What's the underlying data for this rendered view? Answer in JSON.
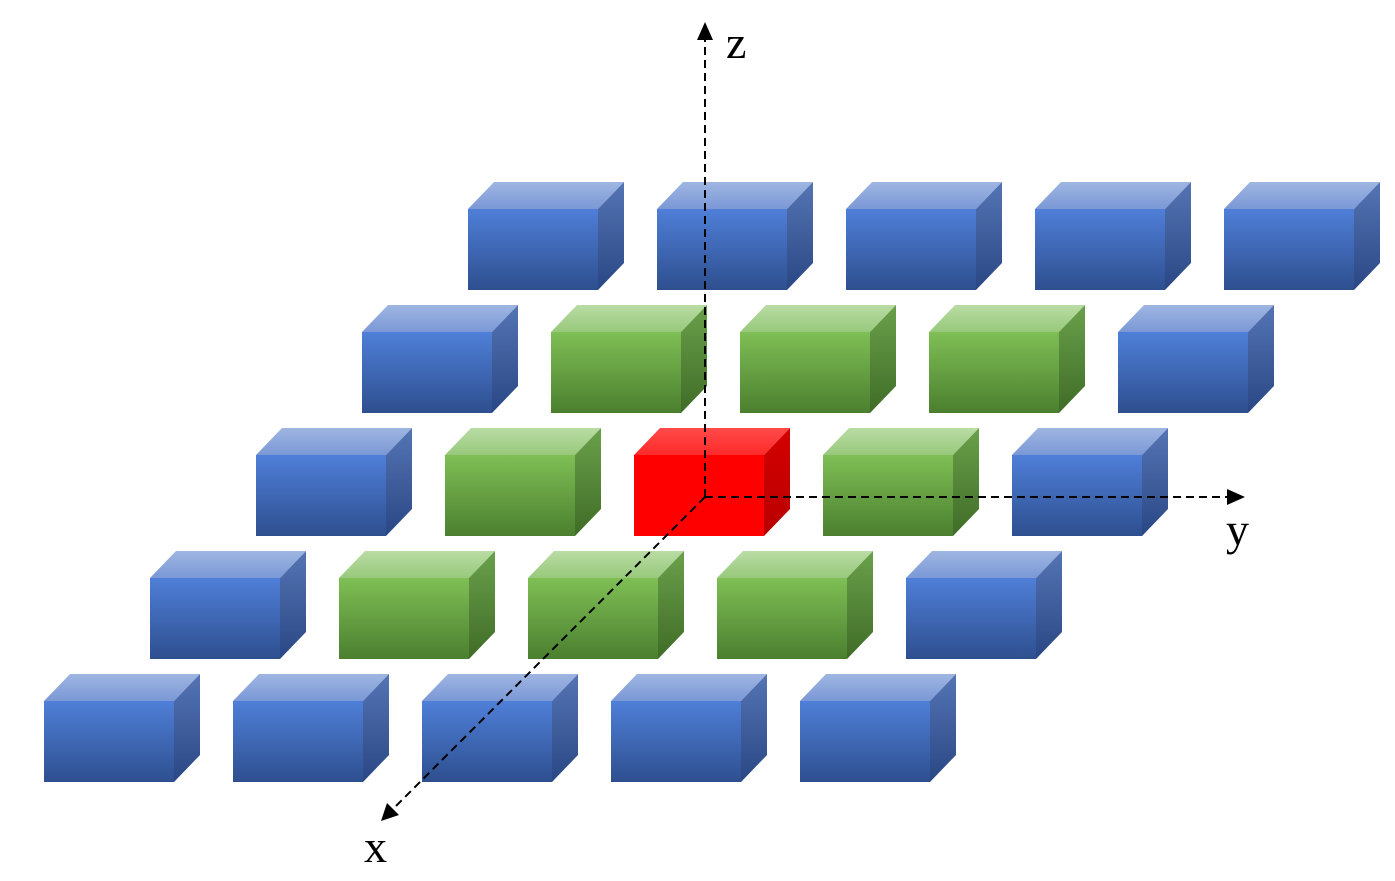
{
  "diagram": {
    "axes": {
      "x_label": "x",
      "y_label": "y",
      "z_label": "z"
    },
    "grid": {
      "rows": 5,
      "cols": 5,
      "cells": [
        [
          "blue",
          "blue",
          "blue",
          "blue",
          "blue"
        ],
        [
          "blue",
          "green",
          "green",
          "green",
          "blue"
        ],
        [
          "blue",
          "green",
          "red",
          "green",
          "blue"
        ],
        [
          "blue",
          "green",
          "green",
          "green",
          "blue"
        ],
        [
          "blue",
          "blue",
          "blue",
          "blue",
          "blue"
        ]
      ]
    },
    "colors": {
      "blue": {
        "top_light": "#9fb6e2",
        "top_dark": "#7b98d6",
        "front_top": "#4f7fd8",
        "front_bottom": "#2e4f8f",
        "side_light": "#5574b3",
        "side_dark": "#2a4785"
      },
      "green": {
        "top_light": "#b9dca4",
        "top_dark": "#98c97c",
        "front_top": "#7fbf55",
        "front_bottom": "#4b7f2f",
        "side_light": "#6aa04a",
        "side_dark": "#3f6c27"
      },
      "red": {
        "top_light": "#ff4a4a",
        "top_dark": "#ff2a2a",
        "front_top": "#ff0000",
        "front_bottom": "#ff0000",
        "side_light": "#d40000",
        "side_dark": "#b80000"
      },
      "axis": "#000000"
    }
  }
}
